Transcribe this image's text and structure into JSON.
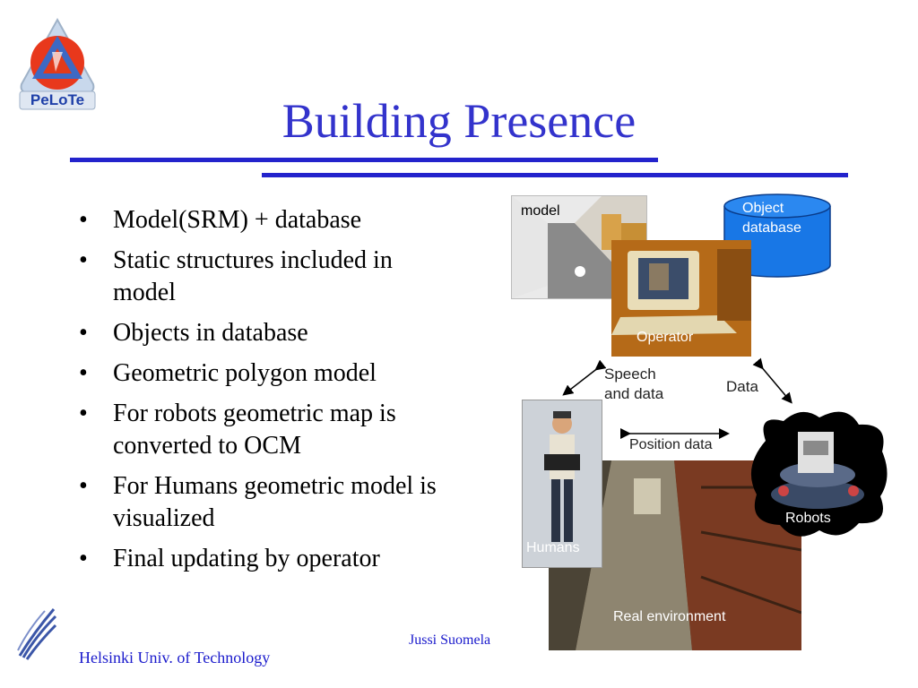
{
  "slide": {
    "title": "Building Presence",
    "logo_text": "PeLoTe",
    "bullets": [
      {
        "text": "Model(SRM) + database"
      },
      {
        "text": "Static structures included in model"
      },
      {
        "text": "Objects in database"
      },
      {
        "text": "Geometric polygon model"
      },
      {
        "text": "For robots geometric map is converted to OCM"
      },
      {
        "text": "For Humans geometric model is visualized"
      },
      {
        "text": "Final updating by operator"
      }
    ]
  },
  "diagram": {
    "model_label": "model",
    "object_db_line1": "Object",
    "object_db_line2": "database",
    "operator_label": "Operator",
    "speech_line1": "Speech",
    "speech_line2": "and data",
    "data_label": "Data",
    "position_label": "Position data",
    "humans_label": "Humans",
    "robots_label": "Robots",
    "environment_label": "Real environment"
  },
  "footer": {
    "institution": "Helsinki Univ. of Technology",
    "author": "Jussi Suomela"
  },
  "colors": {
    "title": "#3333cc",
    "rule": "#2323cc",
    "database": "#1877e6"
  }
}
